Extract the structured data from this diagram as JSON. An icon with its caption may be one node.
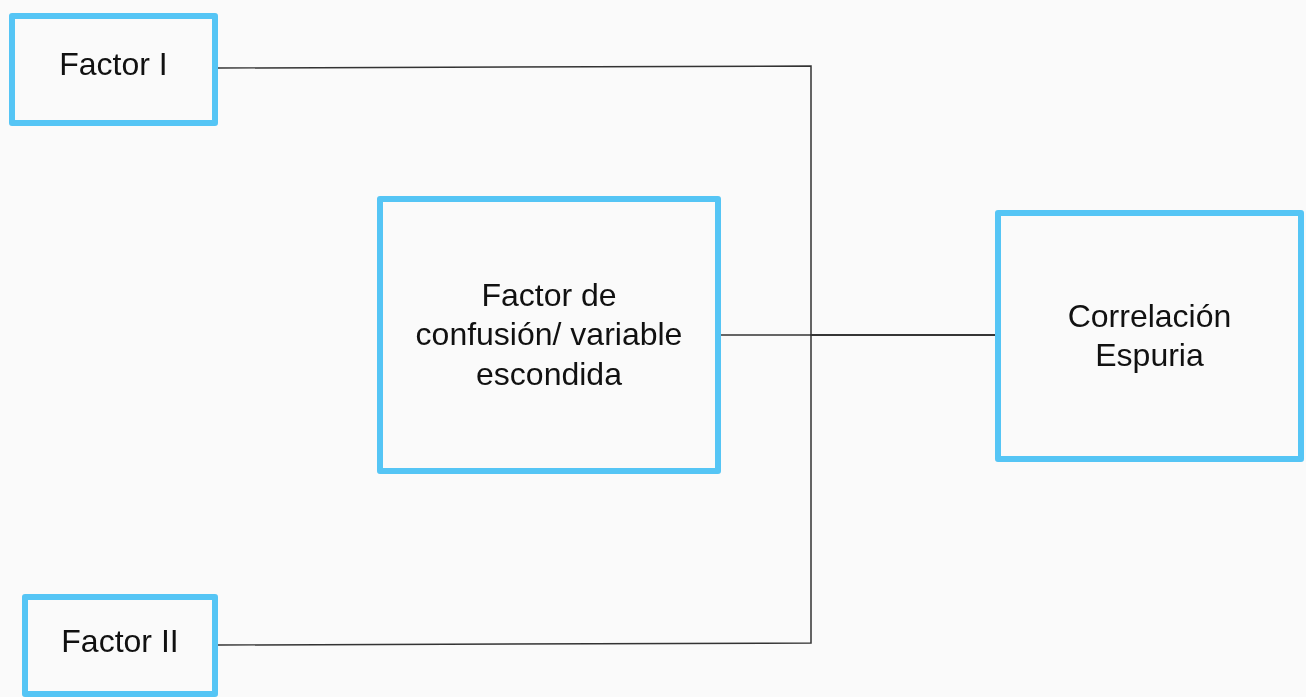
{
  "diagram": {
    "nodes": [
      {
        "text": [
          "Factor I"
        ]
      },
      {
        "text": [
          "Factor de confusión/ variable escondida"
        ]
      },
      {
        "text": [
          "Correlación Espuria"
        ]
      },
      {
        "text": [
          "Factor II"
        ]
      }
    ],
    "edges": [
      {
        "from": 0,
        "to": 2,
        "arrow": "none"
      },
      {
        "from": 1,
        "to": 2,
        "arrow": "none"
      },
      {
        "from": 3,
        "to": 2,
        "arrow": "none"
      }
    ]
  }
}
